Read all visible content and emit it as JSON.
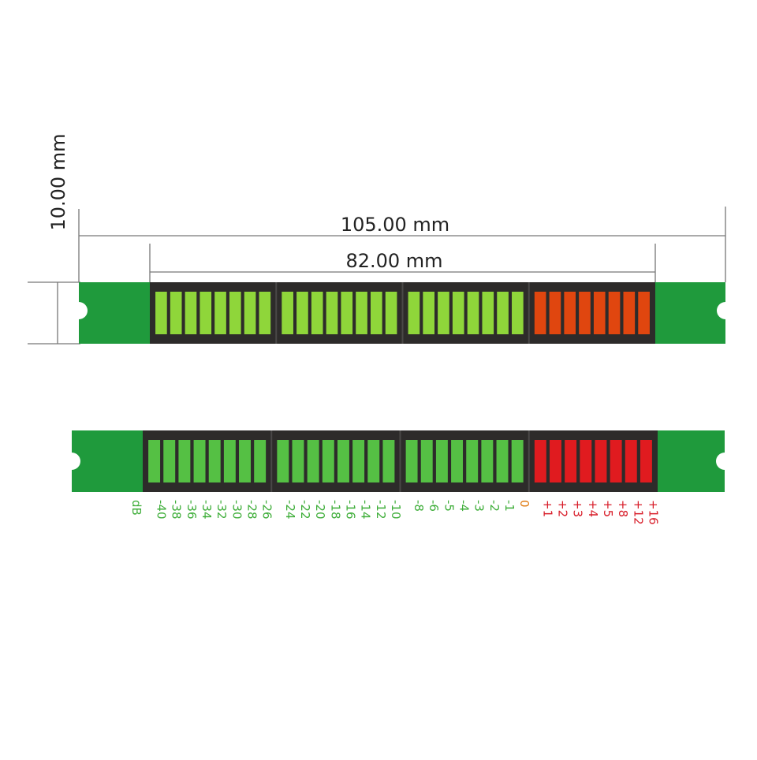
{
  "dimensions": {
    "height_label": "10.00 mm",
    "total_width_label": "105.00 mm",
    "display_width_label": "82.00 mm"
  },
  "meter": {
    "segment_count": 32,
    "green_segments": 24,
    "red_segments": 8,
    "unit_label": "dB",
    "scale_labels": [
      "-40",
      "-38",
      "-36",
      "-34",
      "-32",
      "-30",
      "-28",
      "-26",
      "-24",
      "-22",
      "-20",
      "-18",
      "-16",
      "-14",
      "-12",
      "-10",
      "-8",
      "-6",
      "-5",
      "-4",
      "-3",
      "-2",
      "-1",
      "0",
      "+1",
      "+2",
      "+3",
      "+4",
      "+5",
      "+8",
      "+12",
      "+16"
    ]
  },
  "colors": {
    "pcb_green": "#1f9a3c",
    "display_dark": "#2d2b2a",
    "led_green_top": "#8fd63a",
    "led_green_bottom": "#55c044",
    "led_red_top": "#e0460f",
    "led_red_bottom": "#e01b1f",
    "label_green": "#3fae3a",
    "label_zero": "#e07a10",
    "label_red": "#d81e2a",
    "dim_line": "#777777"
  }
}
